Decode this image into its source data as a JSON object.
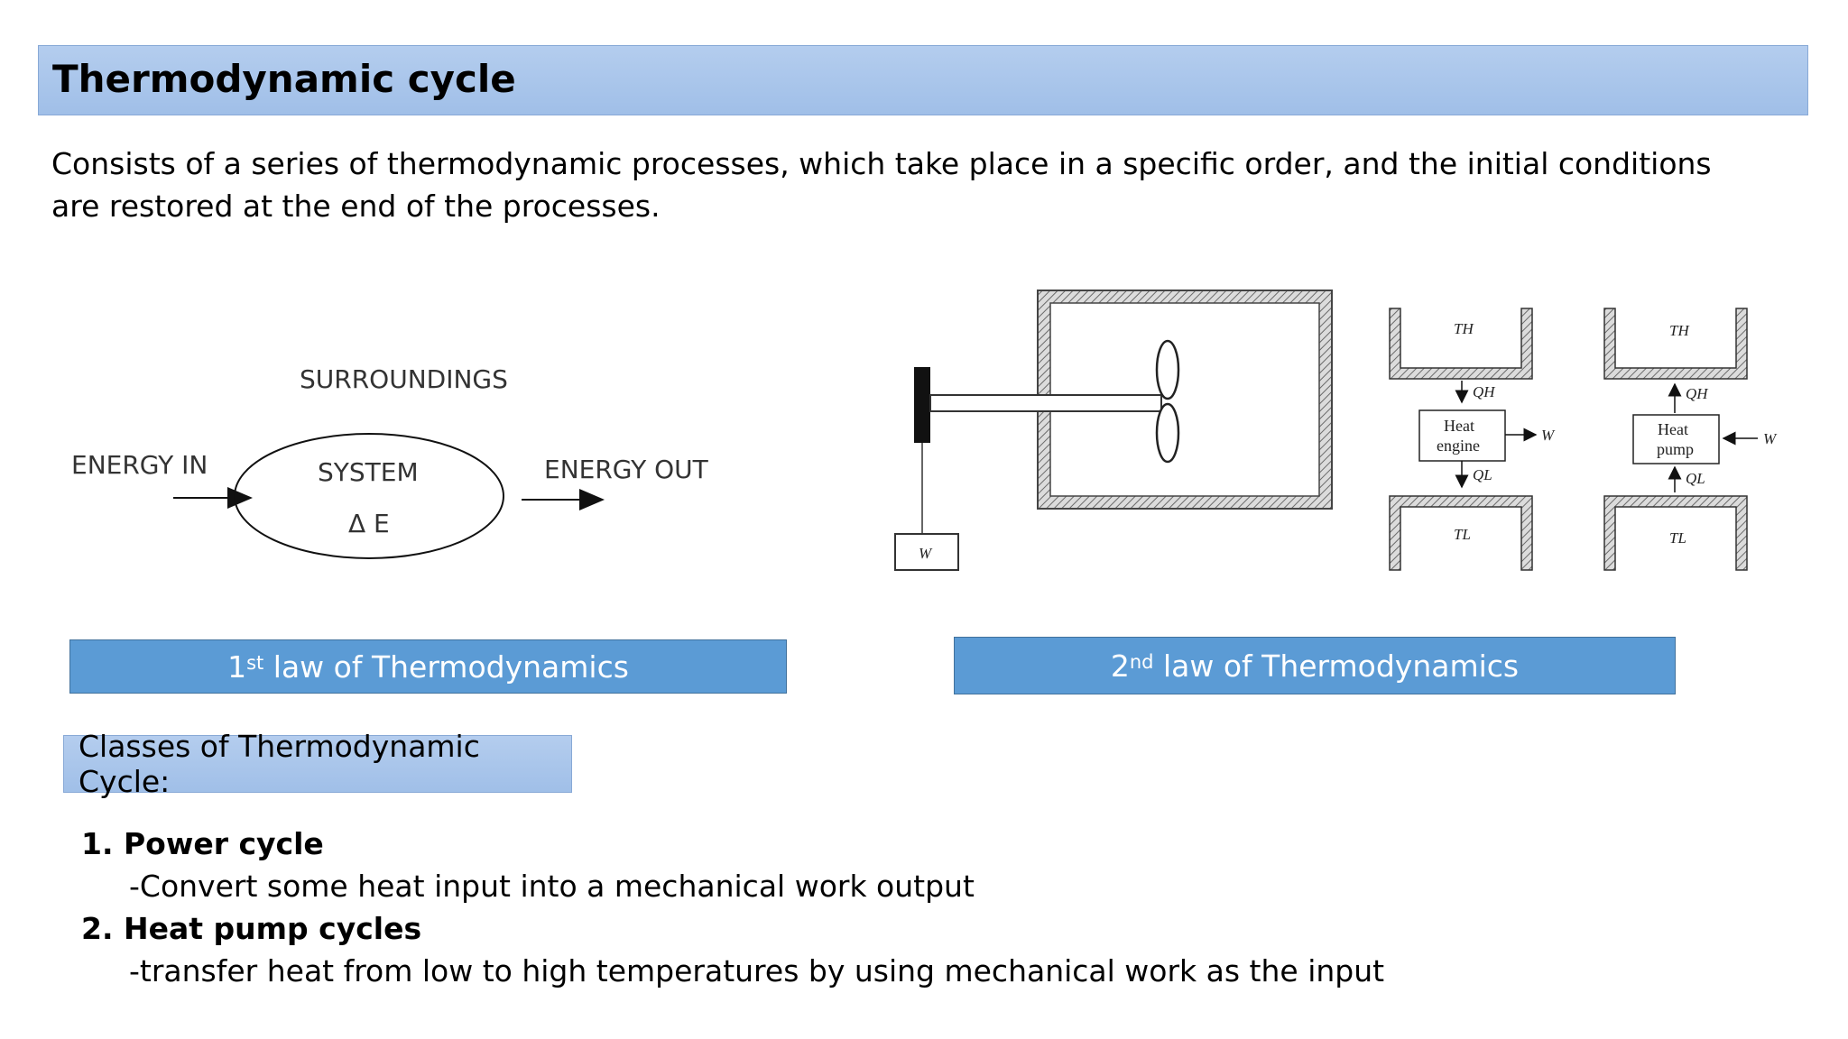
{
  "title": "Thermodynamic cycle",
  "intro": "Consists of a series of thermodynamic processes, which take place in a specific order, and the initial conditions are restored at the end of the processes.",
  "first_law_diagram": {
    "surroundings": "SURROUNDINGS",
    "energy_in": "ENERGY IN",
    "system": "SYSTEM",
    "delta_e": "Δ E",
    "energy_out": "ENERGY OUT"
  },
  "second_law_diagram": {
    "weight": "W",
    "engine": {
      "th": "TH",
      "qh": "QH",
      "label_1": "Heat",
      "label_2": "engine",
      "w": "W",
      "ql": "QL",
      "tl": "TL"
    },
    "pump": {
      "th": "TH",
      "qh": "QH",
      "label_1": "Heat",
      "label_2": "pump",
      "w": "W",
      "ql": "QL",
      "tl": "TL"
    }
  },
  "law1": {
    "num": "1",
    "sup": "st",
    "text": " law of Thermodynamics"
  },
  "law2": {
    "num": "2",
    "sup": "nd",
    "text": " law of Thermodynamics"
  },
  "classes_label": "Classes of Thermodynamic Cycle:",
  "cycles": [
    {
      "title": "1. Power cycle",
      "desc": "-Convert some heat input into a mechanical work output"
    },
    {
      "title": "2. Heat pump cycles",
      "desc": "-transfer heat from low to high temperatures by using mechanical work as the input"
    }
  ],
  "colors": {
    "accent": "#5b9bd5",
    "title_bg": "#a0bfe8"
  }
}
